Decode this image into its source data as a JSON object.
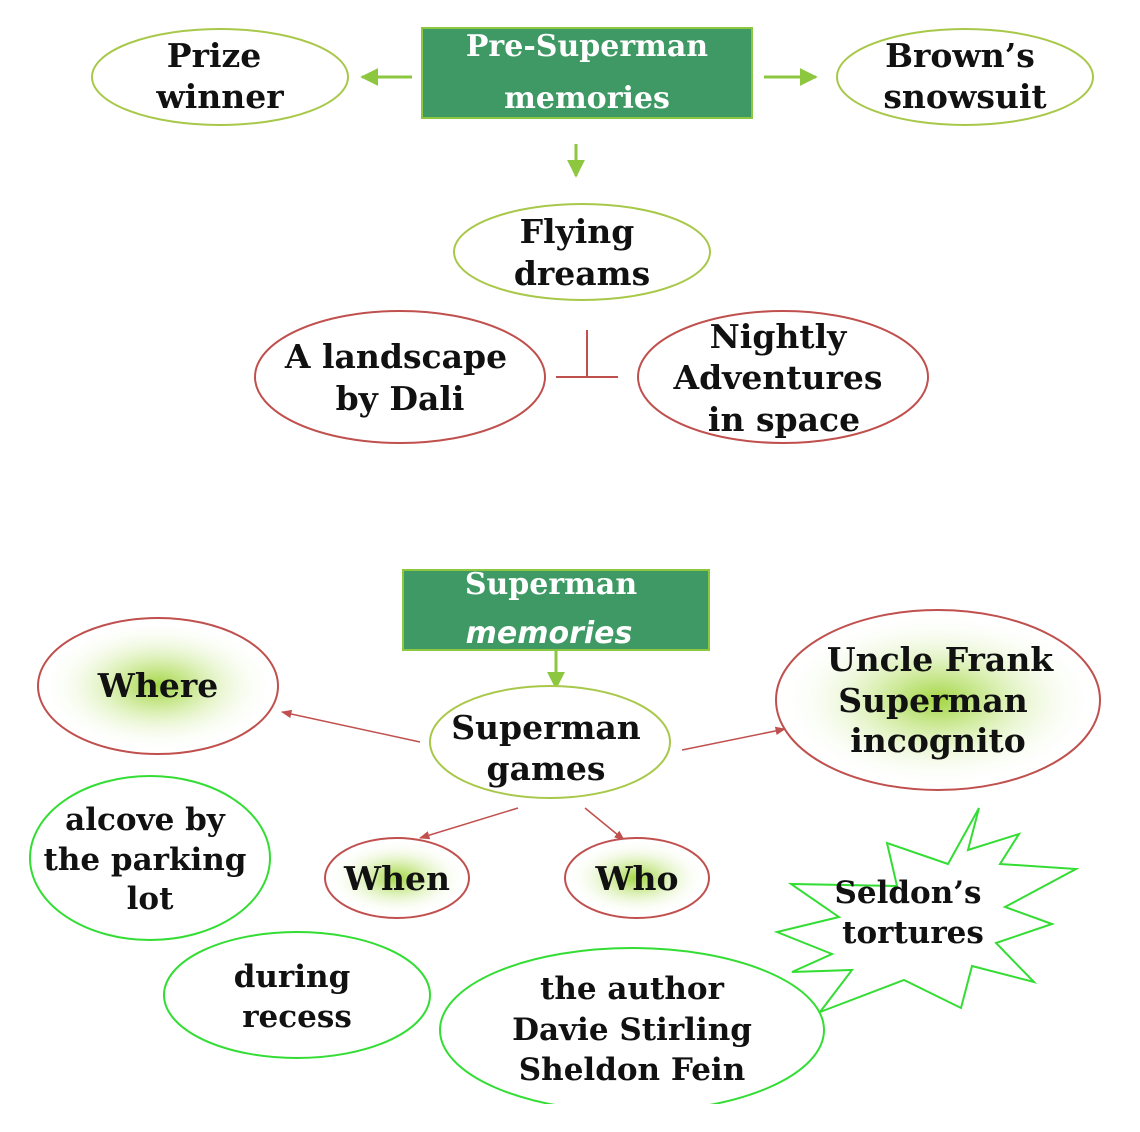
{
  "top": {
    "box": [
      "Pre-Superman",
      "memories"
    ],
    "prize": [
      "Prize",
      "winner"
    ],
    "snowsuit": [
      "Brown’s",
      "snowsuit"
    ],
    "flying": [
      "Flying",
      "dreams"
    ],
    "dali": [
      "A landscape",
      "by Dali"
    ],
    "nightly": [
      "Nightly",
      "Adventures",
      "in space"
    ]
  },
  "bottom": {
    "box": [
      "Superman",
      "memories"
    ],
    "where": "Where",
    "games": [
      "Superman",
      "games"
    ],
    "uncle": [
      "Uncle Frank",
      "Superman",
      "incognito"
    ],
    "when": "When",
    "who": "Who",
    "alcove": [
      "alcove by",
      "the parking",
      "lot"
    ],
    "seldon": [
      "Seldon’s",
      "tortures"
    ],
    "recess": [
      "during",
      "recess"
    ],
    "author": [
      "the author",
      "Davie Stirling",
      "Sheldon Fein"
    ]
  },
  "colors": {
    "box_green": "#3f9964",
    "box_border": "#8dc63f",
    "arrow_green": "#8dc63f",
    "oval_green": "#a8c84a",
    "oval_red": "#c0504d",
    "bright_green": "#33dd33",
    "glow": "#9fd43a"
  }
}
